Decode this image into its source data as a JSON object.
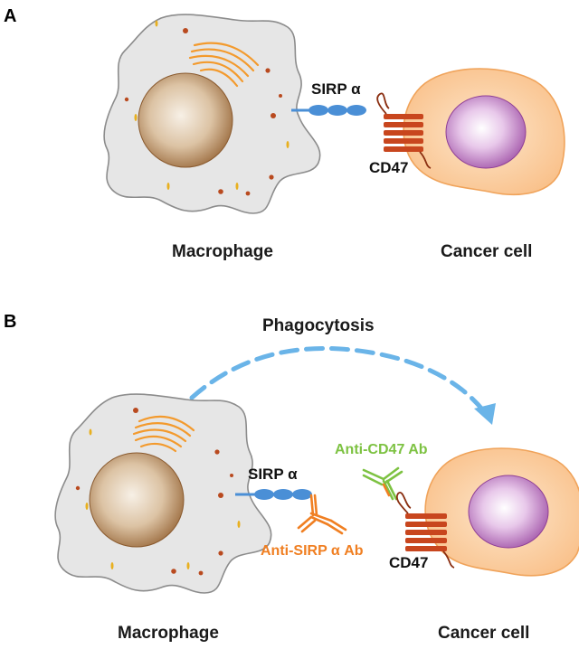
{
  "panels": {
    "a": {
      "letter": "A",
      "macrophage_label": "Macrophage",
      "cancer_label": "Cancer cell",
      "sirp_label": "SIRP α",
      "cd47_label": "CD47"
    },
    "b": {
      "letter": "B",
      "phagocytosis_label": "Phagocytosis",
      "macrophage_label": "Macrophage",
      "cancer_label": "Cancer cell",
      "sirp_label": "SIRP α",
      "cd47_label": "CD47",
      "anti_sirp_label": "Anti-SIRP α Ab",
      "anti_cd47_label": "Anti-CD47 Ab"
    }
  },
  "colors": {
    "macrophage_body": "#e6e6e6",
    "macrophage_outline": "#8c8c8c",
    "nucleus": "#c8a784",
    "cancer_body": "#fbd3a6",
    "cancer_outline": "#f0a35a",
    "cancer_nucleus": "#b46bb8",
    "sirp": "#4a8fd6",
    "cd47": "#c8461e",
    "golgi": "#f39a2d",
    "arrow": "#6ab4e8",
    "anti_sirp": "#f07f22",
    "anti_cd47": "#7dc242"
  }
}
